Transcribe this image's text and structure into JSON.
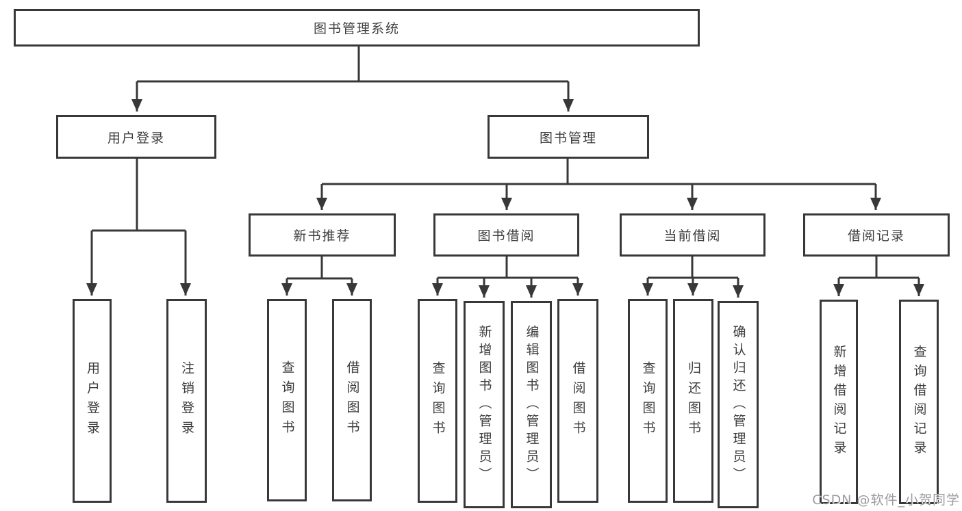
{
  "diagram": {
    "root": {
      "label": "图书管理系统"
    },
    "children": [
      {
        "label": "用户登录",
        "children": [
          {
            "label": "用户登录"
          },
          {
            "label": "注销登录"
          }
        ]
      },
      {
        "label": "图书管理",
        "children": [
          {
            "label": "新书推荐",
            "children": [
              {
                "label": "查询图书"
              },
              {
                "label": "借阅图书"
              }
            ]
          },
          {
            "label": "图书借阅",
            "children": [
              {
                "label": "查询图书"
              },
              {
                "label": "新增图书（管理员）"
              },
              {
                "label": "编辑图书（管理员）"
              },
              {
                "label": "借阅图书"
              }
            ]
          },
          {
            "label": "当前借阅",
            "children": [
              {
                "label": "查询图书"
              },
              {
                "label": "归还图书"
              },
              {
                "label": "确认归还（管理员）"
              }
            ]
          },
          {
            "label": "借阅记录",
            "children": [
              {
                "label": "新增借阅记录"
              },
              {
                "label": "查询借阅记录"
              }
            ]
          }
        ]
      }
    ]
  },
  "watermark": {
    "text": "CSDN @软件_小贺同学"
  },
  "colors": {
    "line": "#383838",
    "text": "#3d3d3d",
    "watermark": "#9b9b9b",
    "background": "#ffffff"
  }
}
